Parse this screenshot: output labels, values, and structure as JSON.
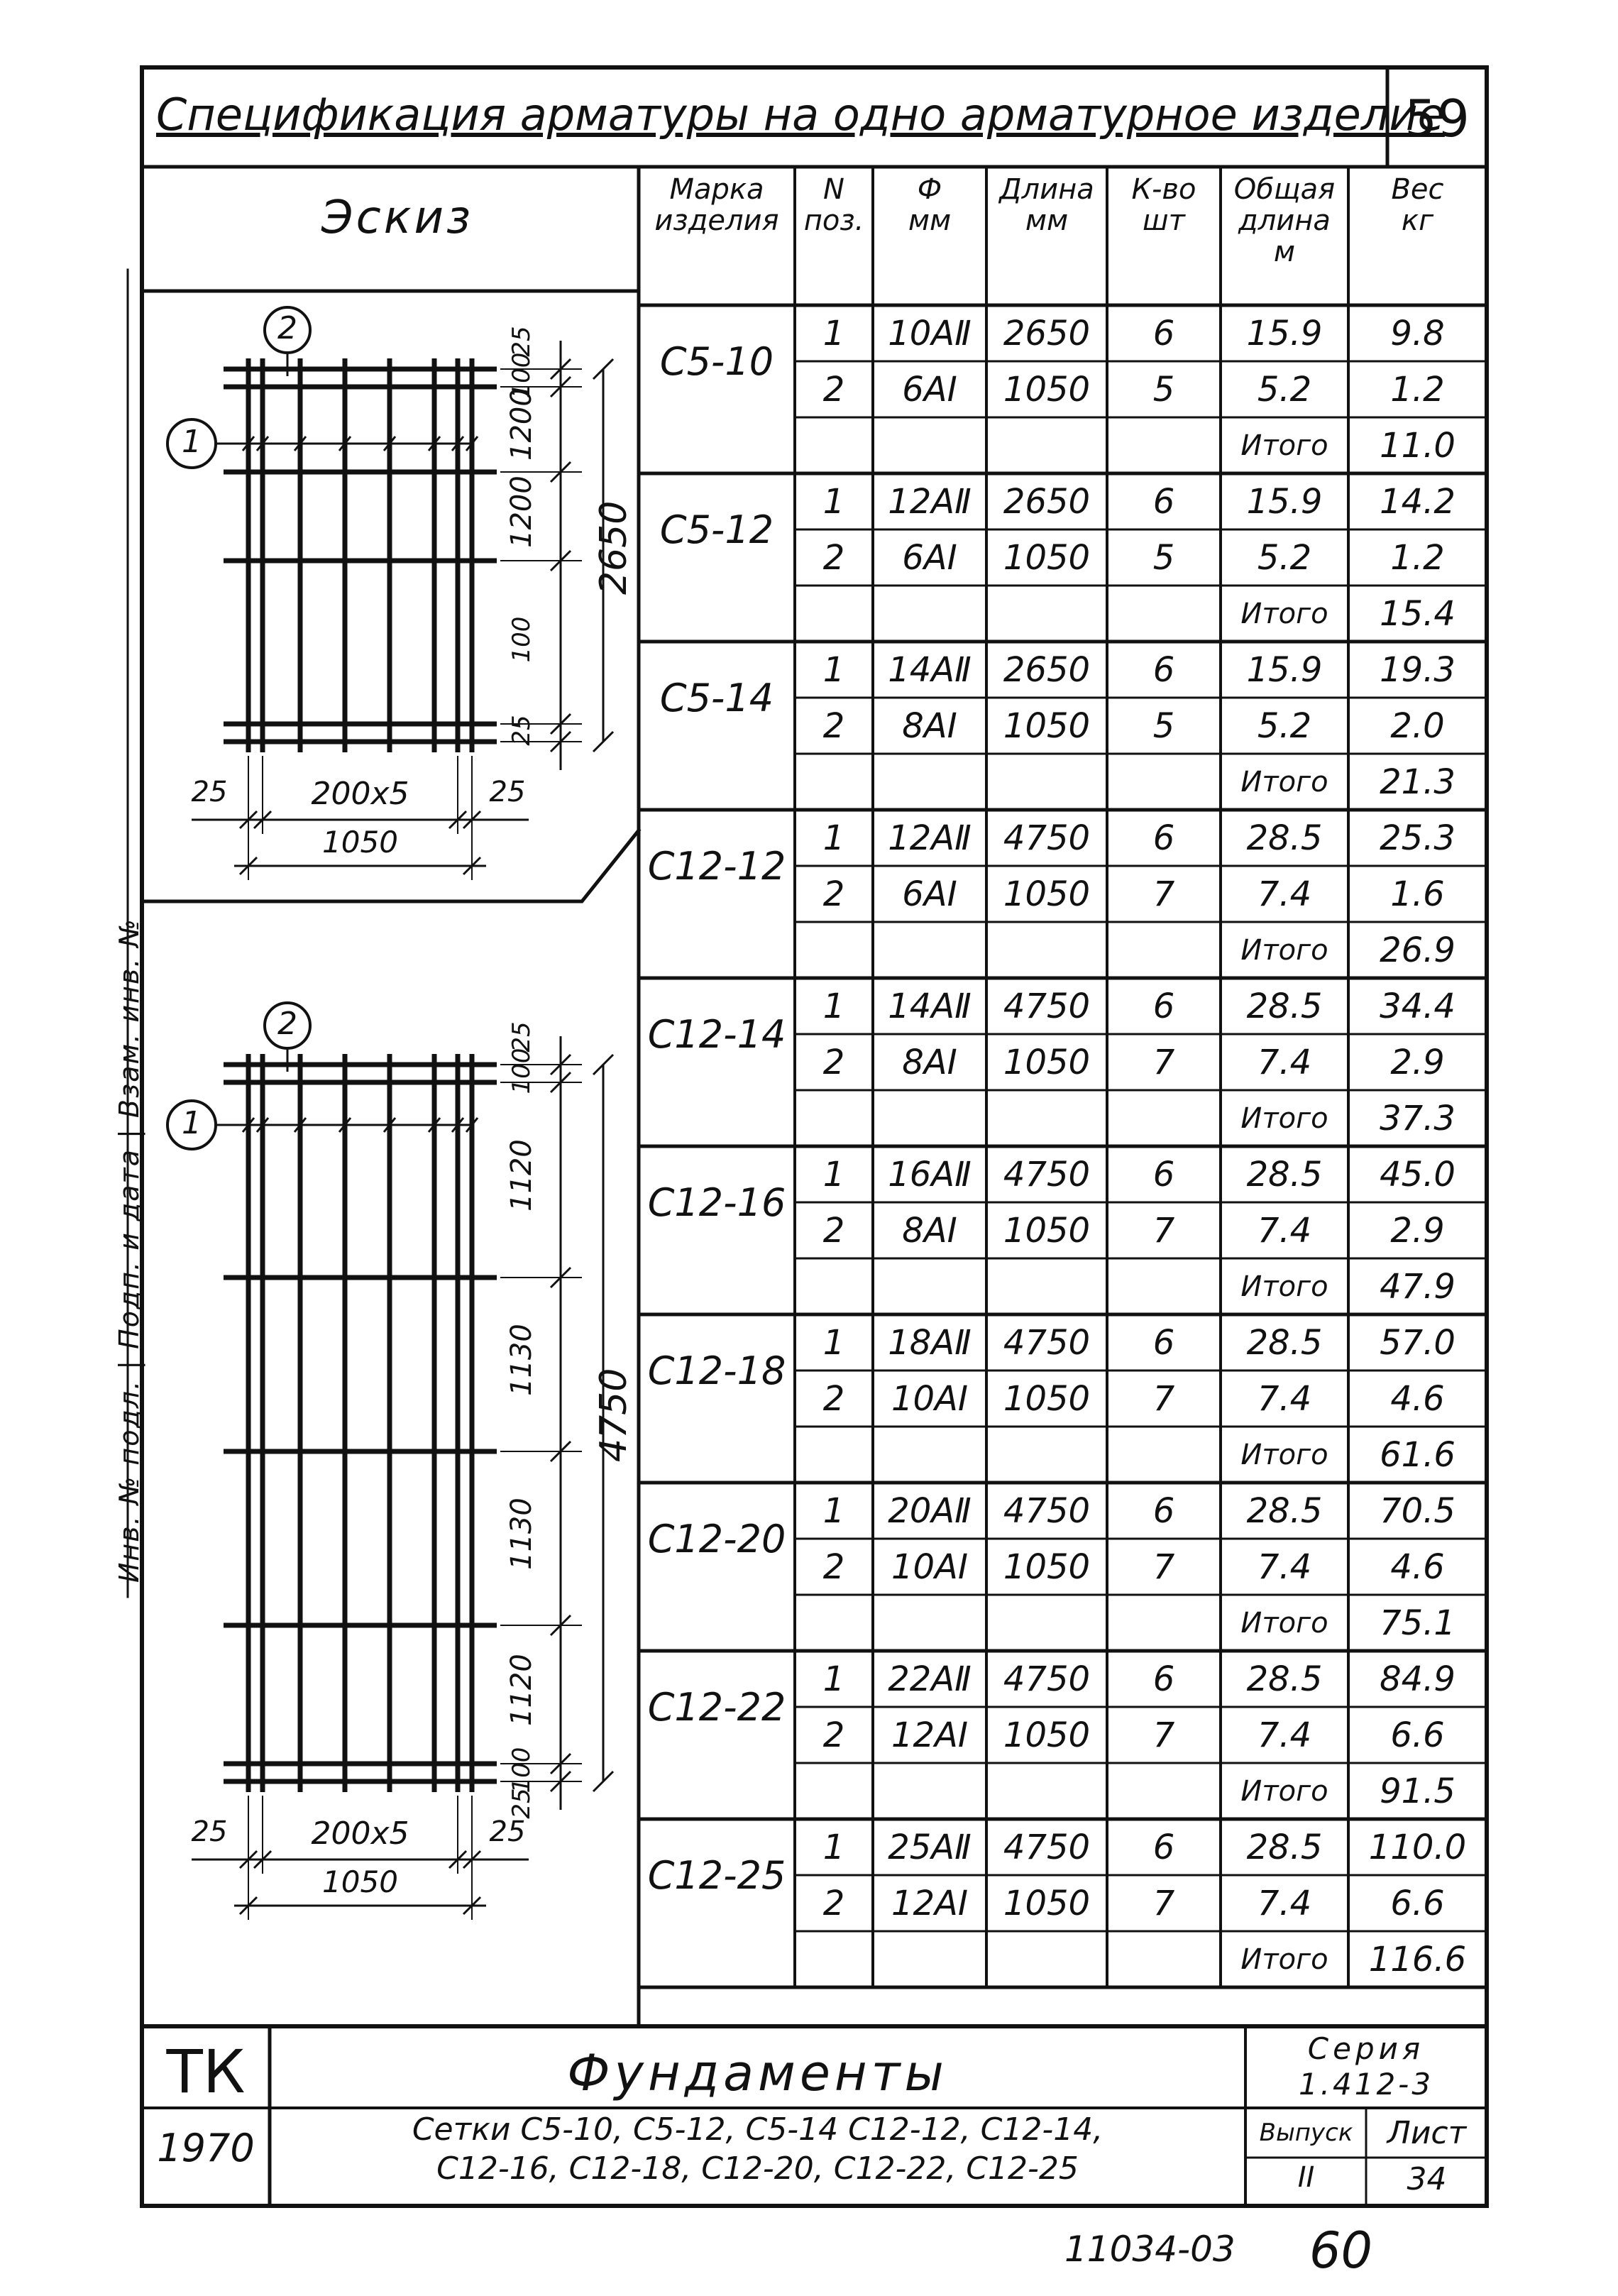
{
  "title": "Спецификация арматуры на одно арматурное изделие",
  "page_number": "59",
  "sketch_header": "Эскиз",
  "columns": [
    "Марка\nизделия",
    "N\nпоз.",
    "Ф\nмм",
    "Длина\nмм",
    "К-во\nшт",
    "Общая\nдлина\nм",
    "Вес\nкг"
  ],
  "total_label": "Итого",
  "products": [
    {
      "mark": "C5-10",
      "rows": [
        {
          "pos": "1",
          "dia": "10AⅡ",
          "len": "2650",
          "qty": "6",
          "total_len": "15.9",
          "weight": "9.8"
        },
        {
          "pos": "2",
          "dia": "6AⅠ",
          "len": "1050",
          "qty": "5",
          "total_len": "5.2",
          "weight": "1.2"
        }
      ],
      "total": "11.0"
    },
    {
      "mark": "C5-12",
      "rows": [
        {
          "pos": "1",
          "dia": "12AⅡ",
          "len": "2650",
          "qty": "6",
          "total_len": "15.9",
          "weight": "14.2"
        },
        {
          "pos": "2",
          "dia": "6AⅠ",
          "len": "1050",
          "qty": "5",
          "total_len": "5.2",
          "weight": "1.2"
        }
      ],
      "total": "15.4"
    },
    {
      "mark": "C5-14",
      "rows": [
        {
          "pos": "1",
          "dia": "14AⅡ",
          "len": "2650",
          "qty": "6",
          "total_len": "15.9",
          "weight": "19.3"
        },
        {
          "pos": "2",
          "dia": "8AⅠ",
          "len": "1050",
          "qty": "5",
          "total_len": "5.2",
          "weight": "2.0"
        }
      ],
      "total": "21.3"
    },
    {
      "mark": "C12-12",
      "rows": [
        {
          "pos": "1",
          "dia": "12AⅡ",
          "len": "4750",
          "qty": "6",
          "total_len": "28.5",
          "weight": "25.3"
        },
        {
          "pos": "2",
          "dia": "6AⅠ",
          "len": "1050",
          "qty": "7",
          "total_len": "7.4",
          "weight": "1.6"
        }
      ],
      "total": "26.9"
    },
    {
      "mark": "C12-14",
      "rows": [
        {
          "pos": "1",
          "dia": "14AⅡ",
          "len": "4750",
          "qty": "6",
          "total_len": "28.5",
          "weight": "34.4"
        },
        {
          "pos": "2",
          "dia": "8AⅠ",
          "len": "1050",
          "qty": "7",
          "total_len": "7.4",
          "weight": "2.9"
        }
      ],
      "total": "37.3"
    },
    {
      "mark": "C12-16",
      "rows": [
        {
          "pos": "1",
          "dia": "16AⅡ",
          "len": "4750",
          "qty": "6",
          "total_len": "28.5",
          "weight": "45.0"
        },
        {
          "pos": "2",
          "dia": "8AⅠ",
          "len": "1050",
          "qty": "7",
          "total_len": "7.4",
          "weight": "2.9"
        }
      ],
      "total": "47.9"
    },
    {
      "mark": "C12-18",
      "rows": [
        {
          "pos": "1",
          "dia": "18AⅡ",
          "len": "4750",
          "qty": "6",
          "total_len": "28.5",
          "weight": "57.0"
        },
        {
          "pos": "2",
          "dia": "10AⅠ",
          "len": "1050",
          "qty": "7",
          "total_len": "7.4",
          "weight": "4.6"
        }
      ],
      "total": "61.6"
    },
    {
      "mark": "C12-20",
      "rows": [
        {
          "pos": "1",
          "dia": "20AⅡ",
          "len": "4750",
          "qty": "6",
          "total_len": "28.5",
          "weight": "70.5"
        },
        {
          "pos": "2",
          "dia": "10AⅠ",
          "len": "1050",
          "qty": "7",
          "total_len": "7.4",
          "weight": "4.6"
        }
      ],
      "total": "75.1"
    },
    {
      "mark": "C12-22",
      "rows": [
        {
          "pos": "1",
          "dia": "22AⅡ",
          "len": "4750",
          "qty": "6",
          "total_len": "28.5",
          "weight": "84.9"
        },
        {
          "pos": "2",
          "dia": "12AⅠ",
          "len": "1050",
          "qty": "7",
          "total_len": "7.4",
          "weight": "6.6"
        }
      ],
      "total": "91.5"
    },
    {
      "mark": "C12-25",
      "rows": [
        {
          "pos": "1",
          "dia": "25AⅡ",
          "len": "4750",
          "qty": "6",
          "total_len": "28.5",
          "weight": "110.0"
        },
        {
          "pos": "2",
          "dia": "12AⅠ",
          "len": "1050",
          "qty": "7",
          "total_len": "7.4",
          "weight": "6.6"
        }
      ],
      "total": "116.6"
    }
  ],
  "sketch1": {
    "callout_top": "2",
    "callout_left": "1",
    "dims_right": [
      "25",
      "100",
      "1200",
      "1200",
      "100",
      "25"
    ],
    "overall_height": "2650",
    "bottom_spacing": "200x5",
    "bottom_side_left": "25",
    "bottom_side_right": "25",
    "overall_width": "1050"
  },
  "sketch2": {
    "callout_top": "2",
    "callout_left": "1",
    "dims_right": [
      "25",
      "100",
      "1120",
      "1130",
      "1130",
      "1120",
      "100",
      "25"
    ],
    "overall_height": "4750",
    "bottom_spacing": "200x5",
    "bottom_side_left": "25",
    "bottom_side_right": "25",
    "overall_width": "1050"
  },
  "title_block": {
    "org": "ТК",
    "year": "1970",
    "name": "Фундаменты",
    "description_line1": "Сетки C5-10, C5-12, C5-14 C12-12, C12-14,",
    "description_line2": "C12-16, C12-18, C12-20, C12-22, C12-25",
    "series_label": "Серия",
    "series_value": "1.412-3",
    "issue_label": "Выпуск",
    "issue_value": "II",
    "sheet_label": "Лист",
    "sheet_value": "34"
  },
  "footer_code": "11034-03",
  "footer_page": "60",
  "stamp_text": "Инв. № подл. | Подп. и дата | Взам. инв. №"
}
